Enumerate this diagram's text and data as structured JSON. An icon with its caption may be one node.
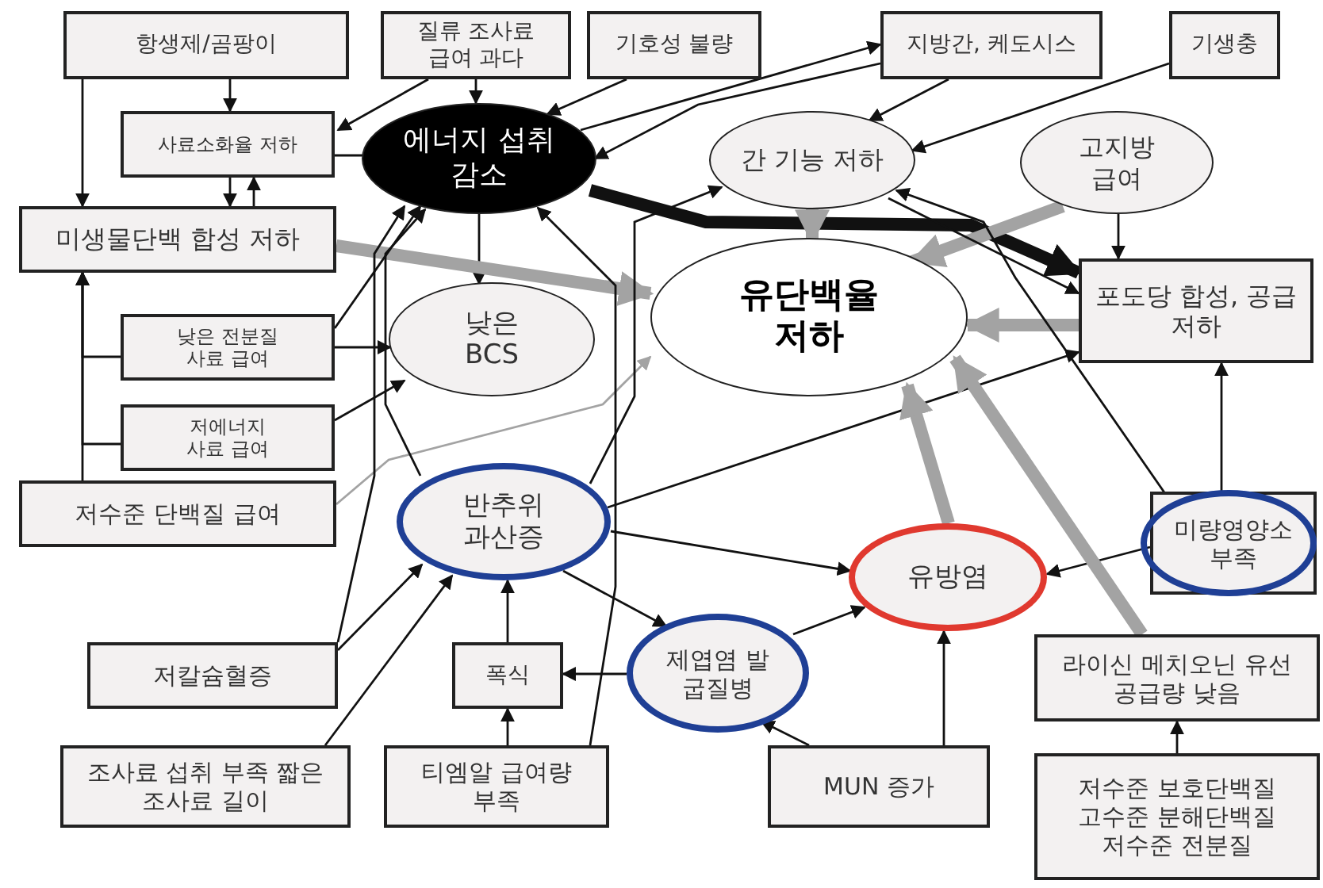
{
  "diagram": {
    "nodes": [
      {
        "text": [
          "항생제/곰팡이"
        ]
      },
      {
        "text": [
          "질류 조사료 급여 과다"
        ]
      },
      {
        "text": [
          "기호성 불량"
        ]
      },
      {
        "text": [
          "지방간, 케도시스"
        ]
      },
      {
        "text": [
          "기생충"
        ]
      },
      {
        "text": [
          "사료소화율 저하"
        ]
      },
      {
        "text": [
          "에너지 섭취 감소"
        ]
      },
      {
        "text": [
          "간 기능 저하"
        ]
      },
      {
        "text": [
          "고지방 급여"
        ]
      },
      {
        "text": [
          "미생물단백 합성 저하"
        ]
      },
      {
        "text": [
          "유단백율 저하"
        ]
      },
      {
        "text": [
          "포도당 합성, 공급 저하"
        ]
      },
      {
        "text": [
          "낮은 BCS"
        ]
      },
      {
        "text": [
          "낮은 전분질 사료 급여"
        ]
      },
      {
        "text": [
          "저에너지 사료 급여"
        ]
      },
      {
        "text": [
          "저수준 단백질 급여"
        ]
      },
      {
        "text": [
          "반추위 과산증"
        ]
      },
      {
        "text": [
          "미량영양소 부족"
        ]
      },
      {
        "text": [
          "유방염"
        ]
      },
      {
        "text": [
          "저칼슘혈증"
        ]
      },
      {
        "text": [
          "폭식"
        ]
      },
      {
        "text": [
          "제엽염 발굽질병"
        ]
      },
      {
        "text": [
          "라이신 메치오닌 유선 공급량 낮음"
        ]
      },
      {
        "text": [
          "조사료 섭취 부족 짧은 조사료 길이"
        ]
      },
      {
        "text": [
          "티엠알 급여량 부족"
        ]
      },
      {
        "text": [
          "MUN 증가"
        ]
      },
      {
        "text": [
          "저수준 보호단백질 고수준 분해단백질 저수준 전분질"
        ]
      }
    ],
    "edges": [
      {
        "from": 0,
        "to": 5,
        "arrow": "to"
      },
      {
        "from": 0,
        "to": 9,
        "arrow": "to"
      },
      {
        "from": 1,
        "to": 6,
        "arrow": "to"
      },
      {
        "from": 1,
        "to": 5,
        "arrow": "to"
      },
      {
        "from": 2,
        "to": 6,
        "arrow": "to"
      },
      {
        "from": 5,
        "to": 9,
        "arrow": "to"
      },
      {
        "from": 9,
        "to": 5,
        "arrow": "to"
      },
      {
        "from": 5,
        "to": 6,
        "arrow": "none"
      },
      {
        "from": 6,
        "to": 3,
        "arrow": "to"
      },
      {
        "from": 3,
        "to": 6,
        "arrow": "to"
      },
      {
        "from": 3,
        "to": 7,
        "arrow": "to"
      },
      {
        "from": 4,
        "to": 7,
        "arrow": "to"
      },
      {
        "from": 6,
        "to": 11,
        "arrow": "to",
        "style": "thick"
      },
      {
        "from": 6,
        "to": 12,
        "arrow": "to"
      },
      {
        "from": 9,
        "to": 10,
        "arrow": "to",
        "style": "thick",
        "color": "#a3a3a3"
      },
      {
        "from": 7,
        "to": 10,
        "arrow": "to",
        "style": "thick",
        "color": "#a3a3a3"
      },
      {
        "from": 8,
        "to": 10,
        "arrow": "to",
        "style": "thick",
        "color": "#a3a3a3"
      },
      {
        "from": 8,
        "to": 11,
        "arrow": "to"
      },
      {
        "from": 11,
        "to": 10,
        "arrow": "to",
        "style": "thick",
        "color": "#a3a3a3"
      },
      {
        "from": 7,
        "to": 11,
        "arrow": "to"
      },
      {
        "from": 13,
        "to": 12,
        "arrow": "to"
      },
      {
        "from": 13,
        "to": 6,
        "arrow": "to"
      },
      {
        "from": 13,
        "to": 9,
        "arrow": "to"
      },
      {
        "from": 14,
        "to": 12,
        "arrow": "to"
      },
      {
        "from": 14,
        "to": 9,
        "arrow": "to"
      },
      {
        "from": 15,
        "to": 9,
        "arrow": "to"
      },
      {
        "from": 15,
        "to": 10,
        "arrow": "to",
        "color": "#a3a3a3"
      },
      {
        "from": 16,
        "to": 6,
        "arrow": "to"
      },
      {
        "from": 16,
        "to": 7,
        "arrow": "to"
      },
      {
        "from": 19,
        "to": 6,
        "arrow": "to"
      },
      {
        "from": 19,
        "to": 16,
        "arrow": "to"
      },
      {
        "from": 23,
        "to": 16,
        "arrow": "to"
      },
      {
        "from": 24,
        "to": 20,
        "arrow": "to"
      },
      {
        "from": 24,
        "to": 6,
        "arrow": "to"
      },
      {
        "from": 20,
        "to": 16,
        "arrow": "to"
      },
      {
        "from": 21,
        "to": 20,
        "arrow": "to"
      },
      {
        "from": 16,
        "to": 21,
        "arrow": "to"
      },
      {
        "from": 16,
        "to": 18,
        "arrow": "to"
      },
      {
        "from": 16,
        "to": 11,
        "arrow": "to"
      },
      {
        "from": 21,
        "to": 18,
        "arrow": "to"
      },
      {
        "from": 25,
        "to": 21,
        "arrow": "to"
      },
      {
        "from": 25,
        "to": 18,
        "arrow": "to"
      },
      {
        "from": 17,
        "to": 18,
        "arrow": "to"
      },
      {
        "from": 17,
        "to": 11,
        "arrow": "to"
      },
      {
        "from": 17,
        "to": 7,
        "arrow": "to"
      },
      {
        "from": 18,
        "to": 10,
        "arrow": "to",
        "style": "thick",
        "color": "#a3a3a3"
      },
      {
        "from": 22,
        "to": 10,
        "arrow": "to",
        "style": "thick",
        "color": "#a3a3a3"
      },
      {
        "from": 26,
        "to": 22,
        "arrow": "to"
      }
    ]
  }
}
